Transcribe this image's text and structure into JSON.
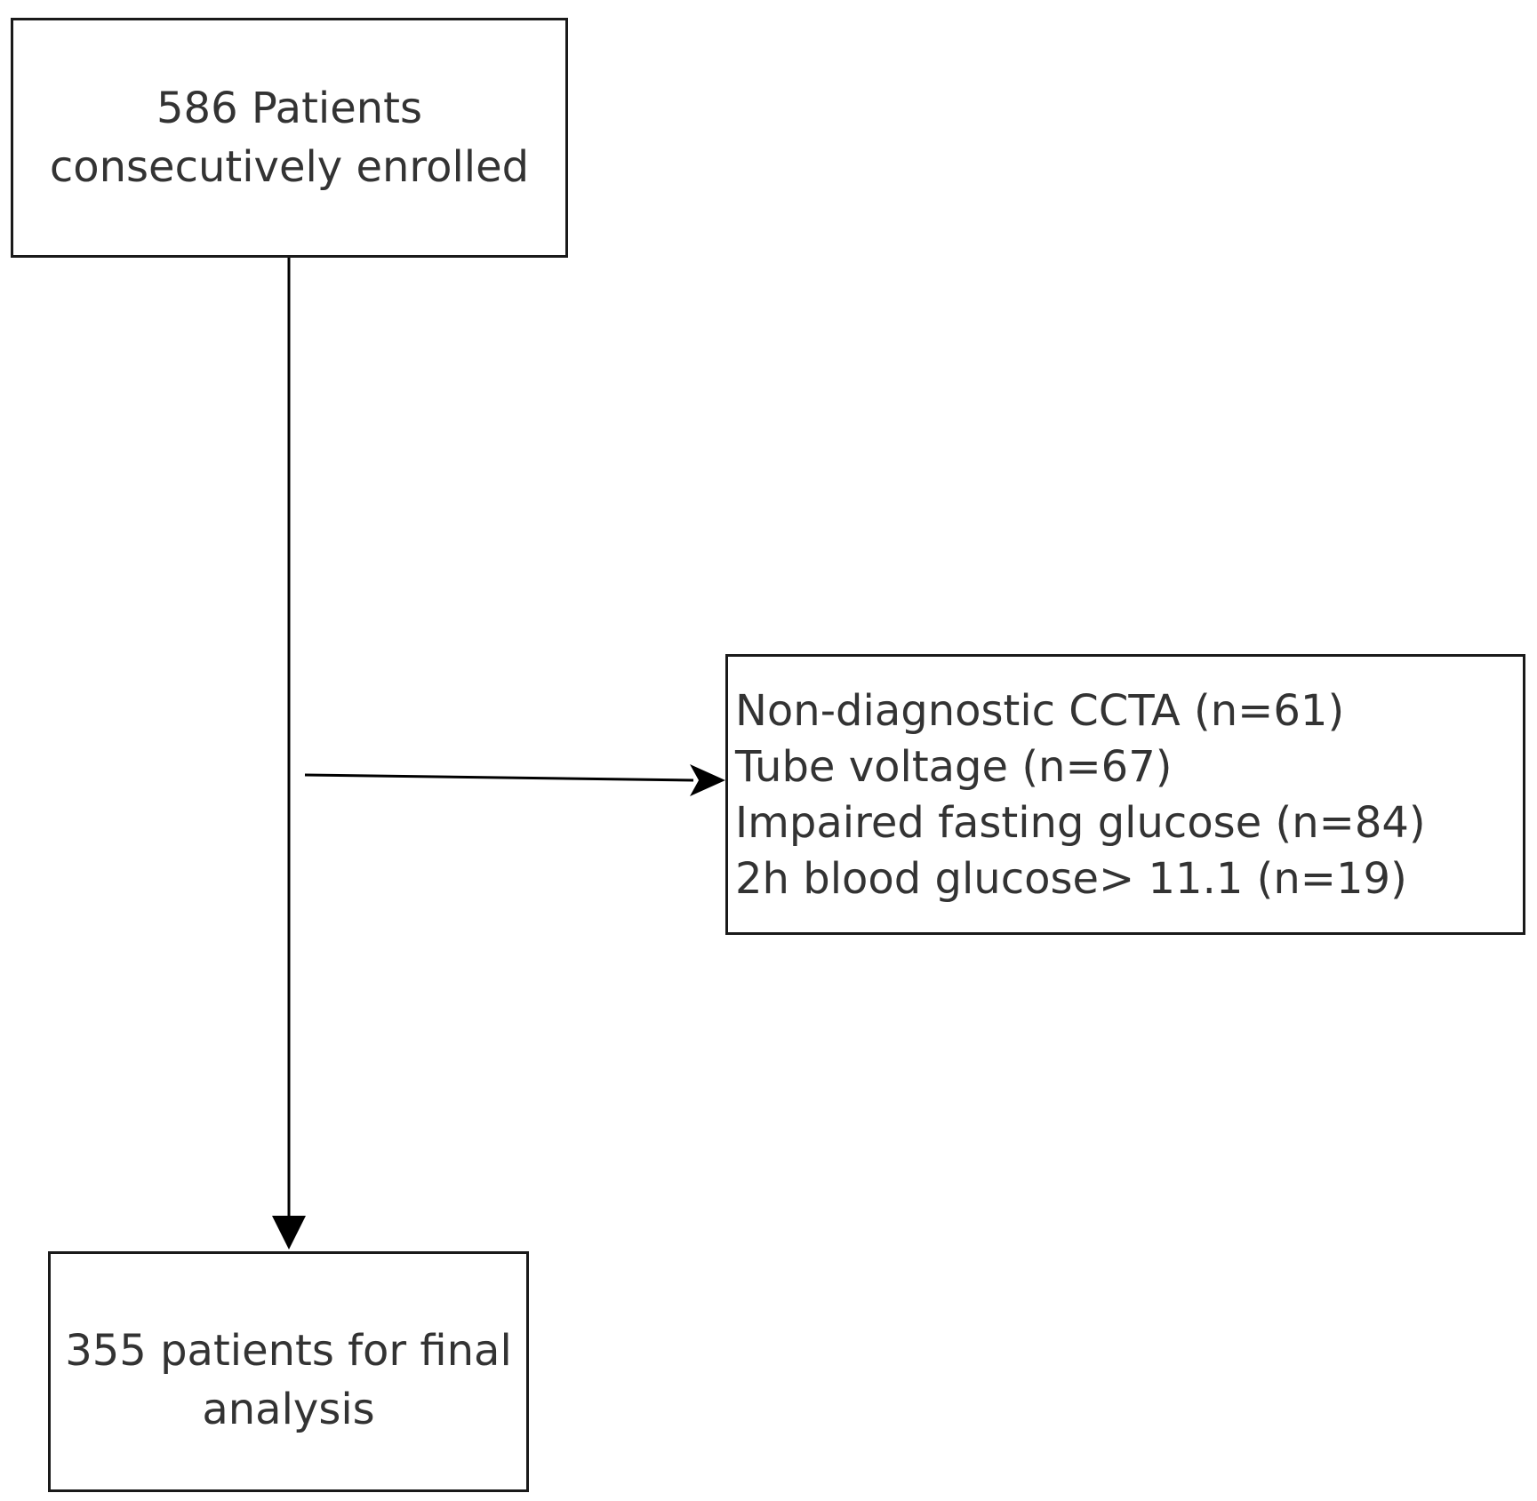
{
  "nodes": {
    "enrolled": {
      "line1": "586 Patients",
      "line2": "consecutively enrolled"
    },
    "excluded": {
      "items": [
        "Non-diagnostic CCTA (n=61)",
        "Tube voltage (n=67)",
        "Impaired fasting glucose (n=84)",
        "2h blood glucose> 11.1 (n=19)"
      ]
    },
    "final": {
      "line1": "355 patients for final",
      "line2": "analysis"
    }
  },
  "colors": {
    "border": "#1a1a1a",
    "text": "#333333",
    "background": "#ffffff"
  }
}
